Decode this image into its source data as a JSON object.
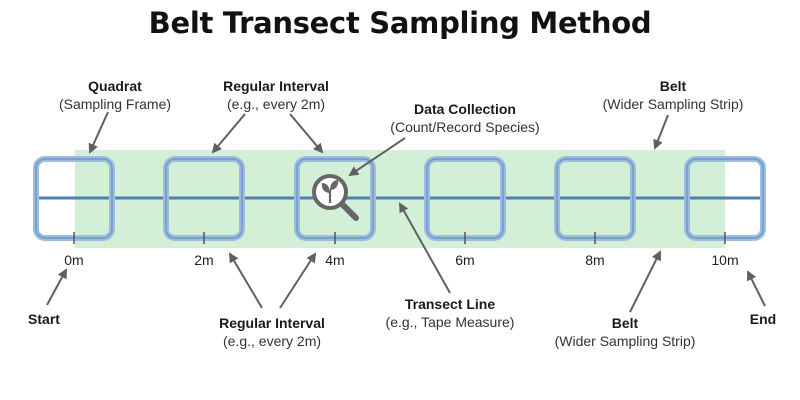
{
  "title": "Belt Transect Sampling Method",
  "colors": {
    "belt_fill": "#d3efd6",
    "quadrat_stroke": "#7fa4cf",
    "line_stroke": "#4f7fb4",
    "arrow": "#606060",
    "icon": "#666666"
  },
  "distance_labels": [
    "0m",
    "2m",
    "4m",
    "6m",
    "8m",
    "10m"
  ],
  "callouts": {
    "quadrat": {
      "title": "Quadrat",
      "subtitle": "(Sampling Frame)"
    },
    "interval_top": {
      "title": "Regular Interval",
      "subtitle": "(e.g., every 2m)"
    },
    "data_collection": {
      "title": "Data Collection",
      "subtitle": "(Count/Record Species)"
    },
    "belt_top": {
      "title": "Belt",
      "subtitle": "(Wider Sampling Strip)"
    },
    "start": {
      "title": "Start"
    },
    "interval_bottom": {
      "title": "Regular Interval",
      "subtitle": "(e.g., every 2m)"
    },
    "transect_line": {
      "title": "Transect Line",
      "subtitle": "(e.g., Tape Measure)"
    },
    "belt_bottom": {
      "title": "Belt",
      "subtitle": "(Wider Sampling Strip)"
    },
    "end": {
      "title": "End"
    }
  },
  "icons": {
    "data_collection": "magnifier-plant-icon"
  }
}
